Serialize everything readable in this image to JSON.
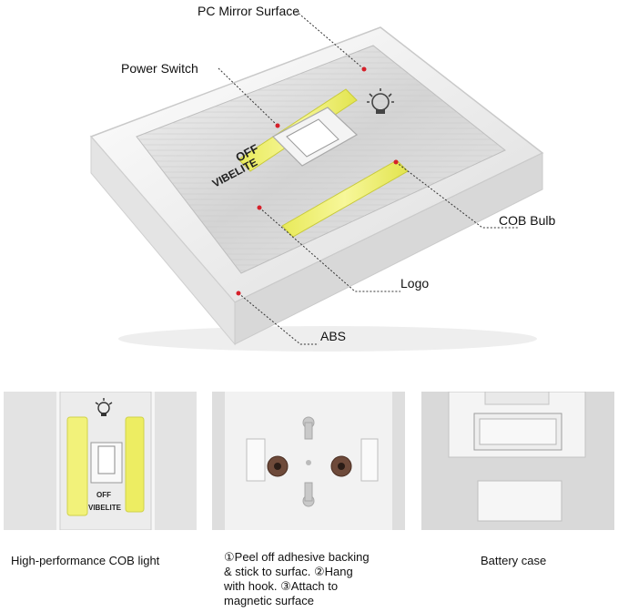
{
  "hero": {
    "callouts": {
      "pc_mirror_surface": "PC Mirror Surface",
      "power_switch": "Power Switch",
      "cob_bulb": "COB Bulb",
      "logo": "Logo",
      "abs": "ABS"
    },
    "device_text": {
      "off": "OFF",
      "brand": "VIBELITE"
    }
  },
  "panels": [
    {
      "caption": "High-performance COB light",
      "off": "OFF",
      "brand": "VIBELITE"
    },
    {
      "caption_lines": [
        "①Peel off adhesive backing",
        "& stick to surfac.   ②Hang",
        "with hook.   ③Attach to",
        "magnetic surface"
      ]
    },
    {
      "caption": "Battery case"
    }
  ],
  "colors": {
    "leader_line": "#333333",
    "marker_dot": "#d6202a",
    "cob_yellow": "#f0f06a",
    "housing": "#f4f4f4"
  }
}
